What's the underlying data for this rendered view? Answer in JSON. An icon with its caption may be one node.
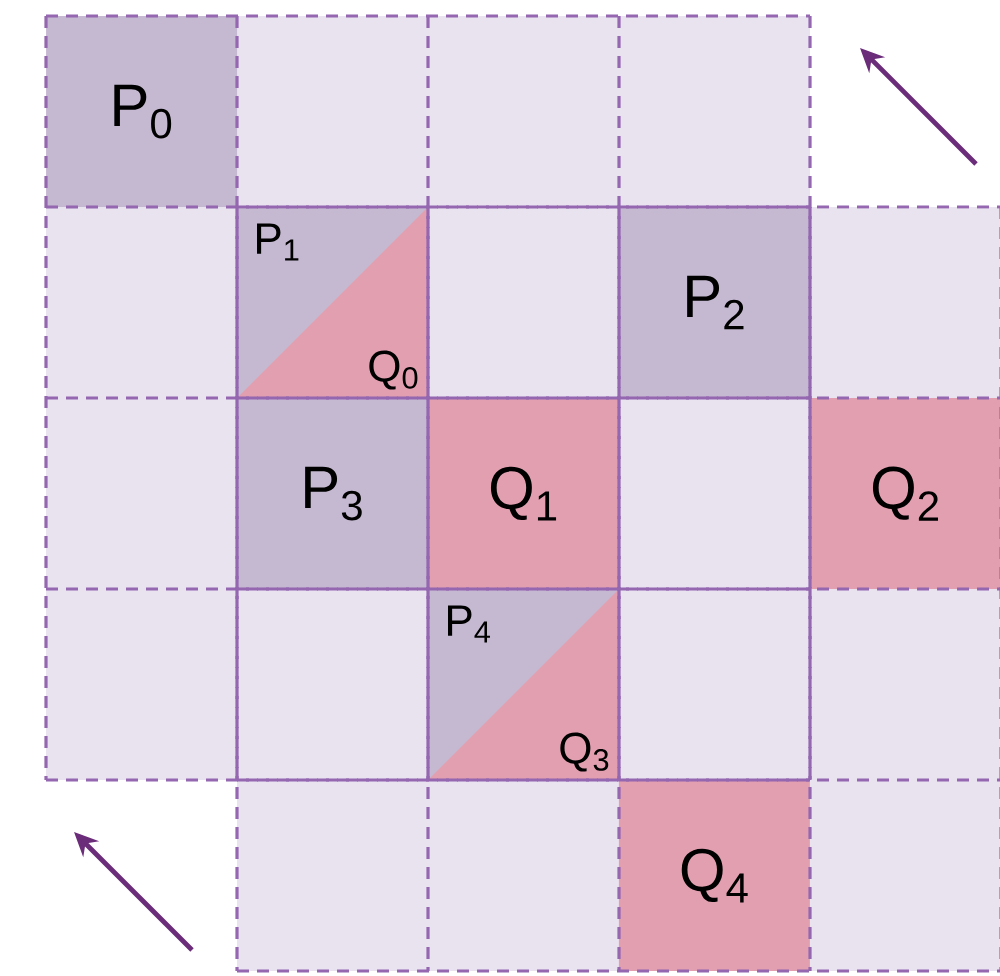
{
  "diagram": {
    "nodes": [
      {
        "text": [
          "P$_{0}$"
        ]
      },
      {
        "text": [
          "P$_{1}$",
          "Q$_{0}$"
        ]
      },
      {
        "text": [
          "P$_{2}$"
        ]
      },
      {
        "text": [
          "P$_{3}$"
        ]
      },
      {
        "text": [
          "Q$_{1}$"
        ]
      },
      {
        "text": [
          "Q$_{2}$"
        ]
      },
      {
        "text": [
          "P$_{4}$",
          "Q$_{3}$"
        ]
      },
      {
        "text": [
          "Q$_{4}$"
        ]
      }
    ]
  }
}
